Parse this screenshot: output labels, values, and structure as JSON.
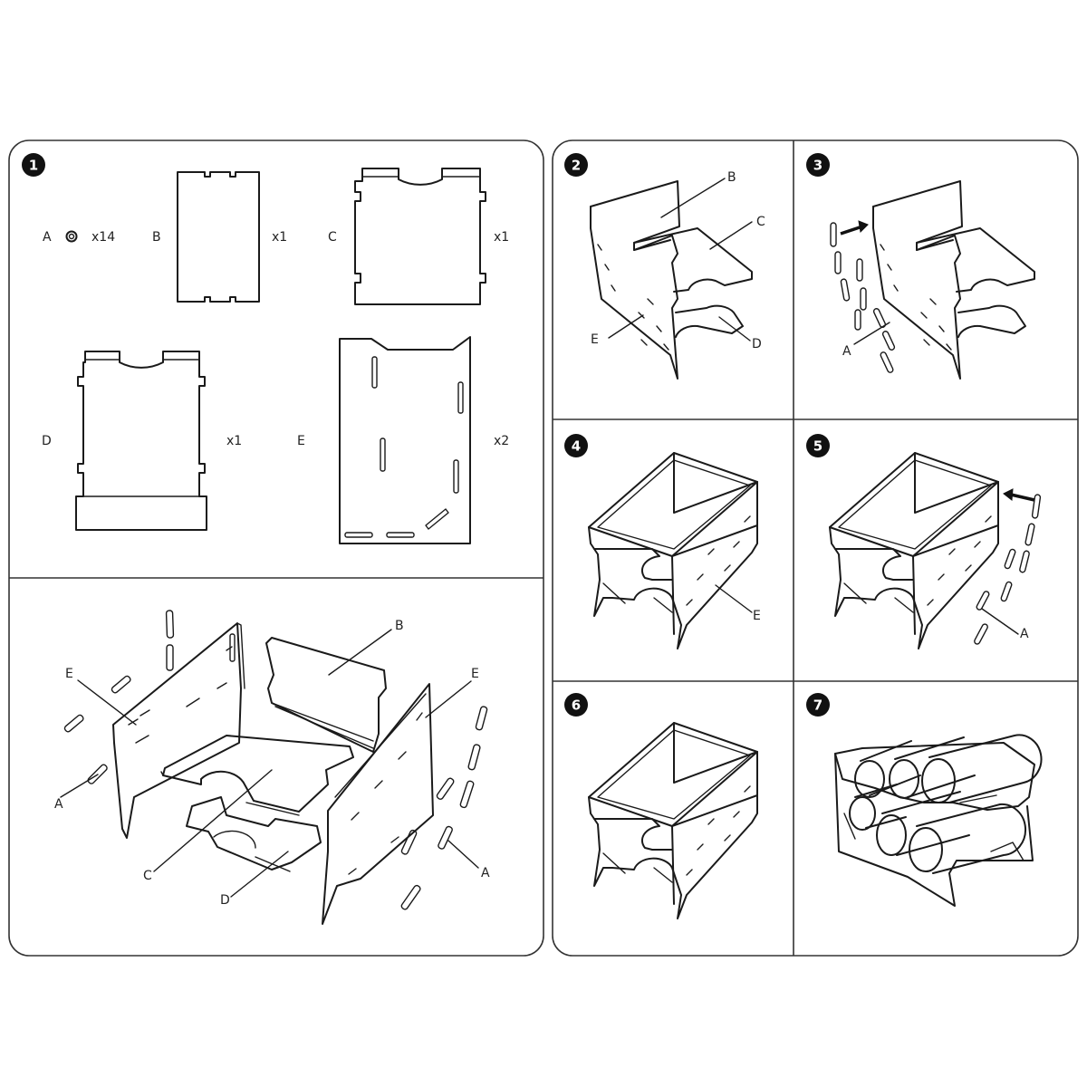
{
  "steps": {
    "s1": "1",
    "s2": "2",
    "s3": "3",
    "s4": "4",
    "s5": "5",
    "s6": "6",
    "s7": "7"
  },
  "parts": {
    "a": {
      "letter": "A",
      "qty": "x14"
    },
    "b": {
      "letter": "B",
      "qty": "x1"
    },
    "c": {
      "letter": "C",
      "qty": "x1"
    },
    "d": {
      "letter": "D",
      "qty": "x1"
    },
    "e": {
      "letter": "E",
      "qty": "x2"
    }
  },
  "callouts": {
    "exploded": {
      "e_left": "E",
      "b": "B",
      "e_right": "E",
      "a_left": "A",
      "c": "C",
      "d": "D",
      "a_right": "A"
    },
    "step2": {
      "b": "B",
      "c": "C",
      "e": "E",
      "d": "D"
    },
    "step3": {
      "a": "A"
    },
    "step4": {
      "e": "E"
    },
    "step5": {
      "a": "A"
    }
  }
}
